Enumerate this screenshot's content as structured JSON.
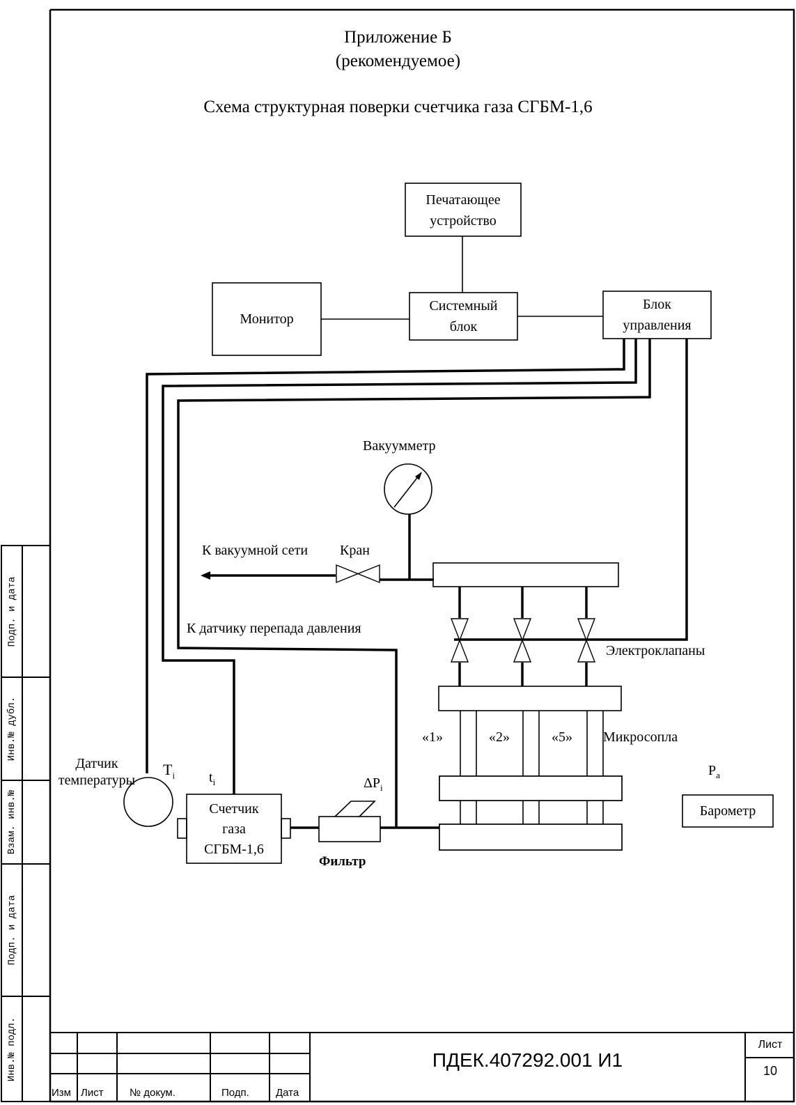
{
  "header": {
    "appendix": "Приложение Б",
    "status": "(рекомендуемое)",
    "title": "Схема структурная поверки счетчика газа СГБМ-1,6"
  },
  "blocks": {
    "printer": [
      "Печатающее",
      "устройство"
    ],
    "monitor": "Монитор",
    "system_unit": [
      "Системный",
      "блок"
    ],
    "control_unit": [
      "Блок",
      "управления"
    ],
    "gas_meter": [
      "Счетчик",
      "газа",
      "СГБМ-1,6"
    ],
    "barometer": "Барометр"
  },
  "labels": {
    "vacuum_gauge": "Вакуумметр",
    "to_vacuum": "К вакуумной сети",
    "valve": "Кран",
    "to_dp_sensor": "К датчику перепада давления",
    "solenoid_valves": "Электроклапаны",
    "nozzles": "Микросопла",
    "nozzle_1": "«1»",
    "nozzle_2": "«2»",
    "nozzle_5": "«5»",
    "temp_sensor": [
      "Датчик",
      "температуры"
    ],
    "T_i": {
      "base": "T",
      "sub": "i"
    },
    "t_i": {
      "base": "t",
      "sub": "i"
    },
    "dP_i": {
      "base": "ΔP",
      "sub": "i"
    },
    "P_a": {
      "base": "P",
      "sub": "a"
    },
    "filter": "Фильтр"
  },
  "side_stamp": [
    "Подп. и дата",
    "Инв.№ дубл.",
    "Взам. инв.№",
    "Подп. и дата",
    "Инв.№ подл."
  ],
  "title_block": {
    "columns": [
      "Изм",
      "Лист",
      "№ докум.",
      "Подп.",
      "Дата"
    ],
    "document_code": "ПДЕК.407292.001 И1",
    "sheet_label": "Лист",
    "sheet_number": "10"
  }
}
